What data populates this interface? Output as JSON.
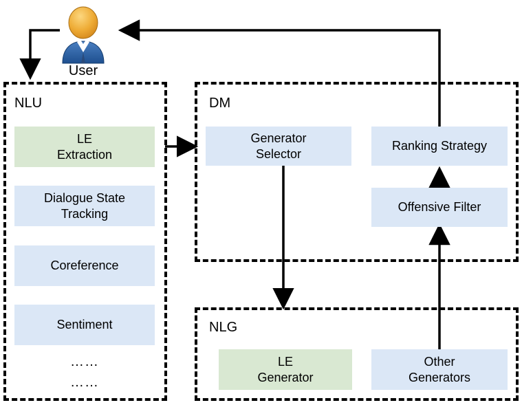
{
  "diagram": {
    "user": {
      "label": "User",
      "icon": "user-avatar-icon"
    },
    "groups": [
      {
        "id": "nlu",
        "label": "NLU"
      },
      {
        "id": "dm",
        "label": "DM"
      },
      {
        "id": "nlg",
        "label": "NLG"
      }
    ],
    "nlu_nodes": [
      {
        "id": "le-extraction",
        "line1": "LE",
        "line2": "Extraction",
        "color": "#d9e8d2"
      },
      {
        "id": "dialogue-state-tracking",
        "line1": "Dialogue State",
        "line2": "Tracking",
        "color": "#dbe7f6"
      },
      {
        "id": "coreference",
        "line1": "Coreference",
        "line2": "",
        "color": "#dbe7f6"
      },
      {
        "id": "sentiment",
        "line1": "Sentiment",
        "line2": "",
        "color": "#dbe7f6"
      }
    ],
    "nlu_ellipsis": [
      "……",
      "……"
    ],
    "dm_nodes": [
      {
        "id": "generator-selector",
        "line1": "Generator",
        "line2": "Selector",
        "color": "#dbe7f6"
      },
      {
        "id": "ranking-strategy",
        "line1": "Ranking Strategy",
        "line2": "",
        "color": "#dbe7f6"
      },
      {
        "id": "offensive-filter",
        "line1": "Offensive Filter",
        "line2": "",
        "color": "#dbe7f6"
      }
    ],
    "nlg_nodes": [
      {
        "id": "le-generator",
        "line1": "LE",
        "line2": "Generator",
        "color": "#d9e8d2"
      },
      {
        "id": "other-generators",
        "line1": "Other",
        "line2": "Generators",
        "color": "#dbe7f6"
      }
    ],
    "colors": {
      "blue_fill": "#dbe7f6",
      "green_fill": "#d9e8d2",
      "stroke": "#000000",
      "background": "#ffffff"
    }
  }
}
